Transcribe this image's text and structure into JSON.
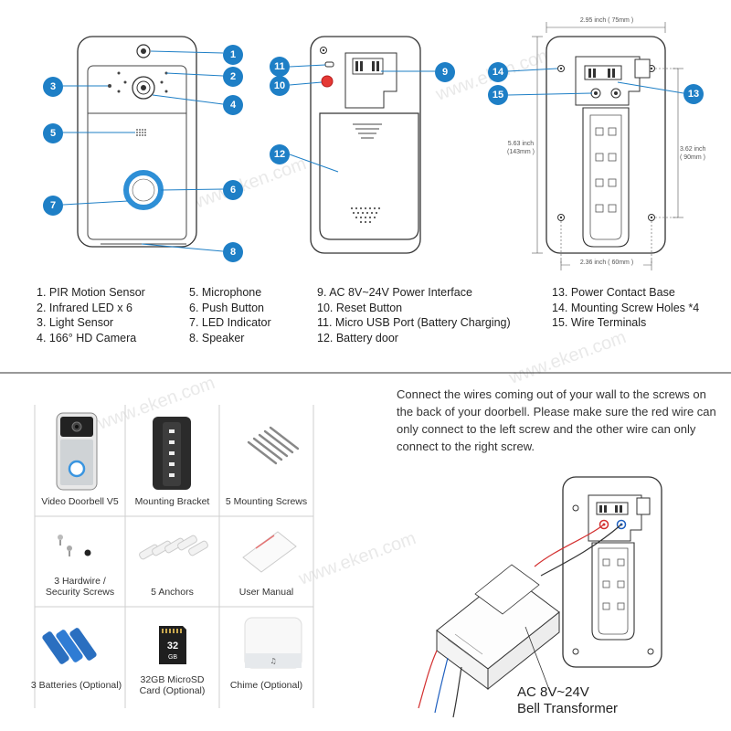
{
  "callouts": [
    "1",
    "2",
    "3",
    "4",
    "5",
    "6",
    "7",
    "8",
    "9",
    "10",
    "11",
    "12",
    "13",
    "14",
    "15"
  ],
  "legend": {
    "col1": [
      "1. PIR Motion Sensor",
      "2. Infrared LED x 6",
      "3. Light Sensor",
      "4. 166° HD Camera"
    ],
    "col2": [
      "5. Microphone",
      "6. Push Button",
      "7. LED Indicator",
      "8. Speaker"
    ],
    "col3": [
      "9. AC 8V~24V Power Interface",
      "10. Reset Button",
      "11. Micro USB Port (Battery Charging)",
      "12. Battery door"
    ],
    "col4": [
      "13. Power Contact Base",
      "14. Mounting Screw Holes *4",
      "15. Wire Terminals"
    ]
  },
  "dimensions": {
    "width_top": "2.95 inch ( 75mm )",
    "height_left_1": "5.63 inch",
    "height_left_2": "(143mm )",
    "height_right_1": "3.62 inch",
    "height_right_2": "( 90mm )",
    "width_bottom": "2.36 inch ( 60mm )"
  },
  "package": {
    "items": [
      {
        "label": "Video Doorbell V5",
        "label2": ""
      },
      {
        "label": "Mounting Bracket",
        "label2": ""
      },
      {
        "label": "5 Mounting Screws",
        "label2": ""
      },
      {
        "label": "3 Hardwire /",
        "label2": "Security Screws"
      },
      {
        "label": "5 Anchors",
        "label2": ""
      },
      {
        "label": "User Manual",
        "label2": ""
      },
      {
        "label": "3 Batteries (Optional)",
        "label2": ""
      },
      {
        "label": "32GB MicroSD",
        "label2": "Card (Optional)"
      },
      {
        "label": "Chime (Optional)",
        "label2": ""
      }
    ],
    "sd_card_text_1": "32",
    "sd_card_text_2": "GB"
  },
  "wiring": {
    "instructions": "Connect the wires coming out of your wall to the screws on the back of your doorbell. Please make sure the red wire can only connect to the left screw and the other wire can only connect to the right screw.",
    "transformer_line1": "AC 8V~24V",
    "transformer_line2": "Bell Transformer"
  },
  "watermark": "www.eken.com",
  "colors": {
    "callout": "#1e7fc6",
    "ring": "#2e8fd6",
    "reset": "#e53935",
    "red_wire": "#d32f2f",
    "blue_wire": "#1e5fbf"
  }
}
